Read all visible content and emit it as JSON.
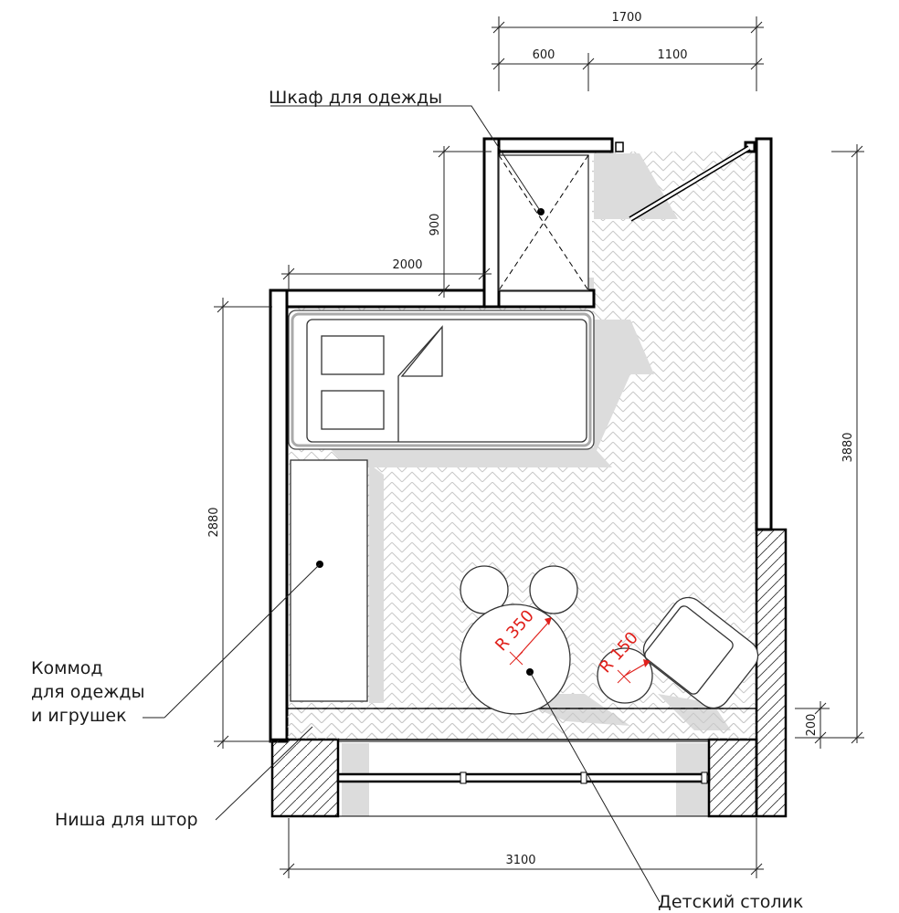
{
  "labels": {
    "wardrobe": "Шкаф для одежды",
    "dresser_line1": "Коммод",
    "dresser_line2": "для одежды",
    "dresser_line3": "и игрушек",
    "curtain_niche": "Ниша для штор",
    "kids_table": "Детский столик"
  },
  "dimensions": {
    "top_total": "1700",
    "top_left": "600",
    "top_right": "1100",
    "wardrobe_depth": "900",
    "wall_2000": "2000",
    "left_height": "2880",
    "right_height": "3880",
    "niche_200": "200",
    "bottom_width": "3100"
  },
  "radii": {
    "table": "R 350",
    "stool": "R 150"
  },
  "colors": {
    "walls": "#000000",
    "radius_marks": "#e0201b",
    "shadow": "#dcdcdc",
    "floor_pattern": "#c8c8c8"
  }
}
